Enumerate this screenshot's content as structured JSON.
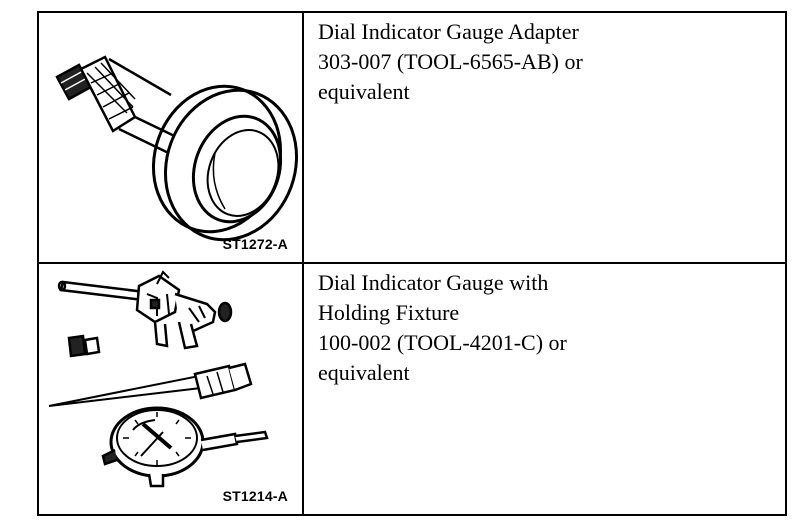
{
  "tools": [
    {
      "ref": "ST1272-A",
      "lines": [
        "Dial Indicator Gauge Adapter",
        "303-007 (TOOL-6565-AB) or",
        "equivalent"
      ]
    },
    {
      "ref": "ST1214-A",
      "lines": [
        "Dial Indicator Gauge with",
        "Holding Fixture",
        "100-002 (TOOL-4201-C) or",
        "equivalent"
      ]
    }
  ]
}
